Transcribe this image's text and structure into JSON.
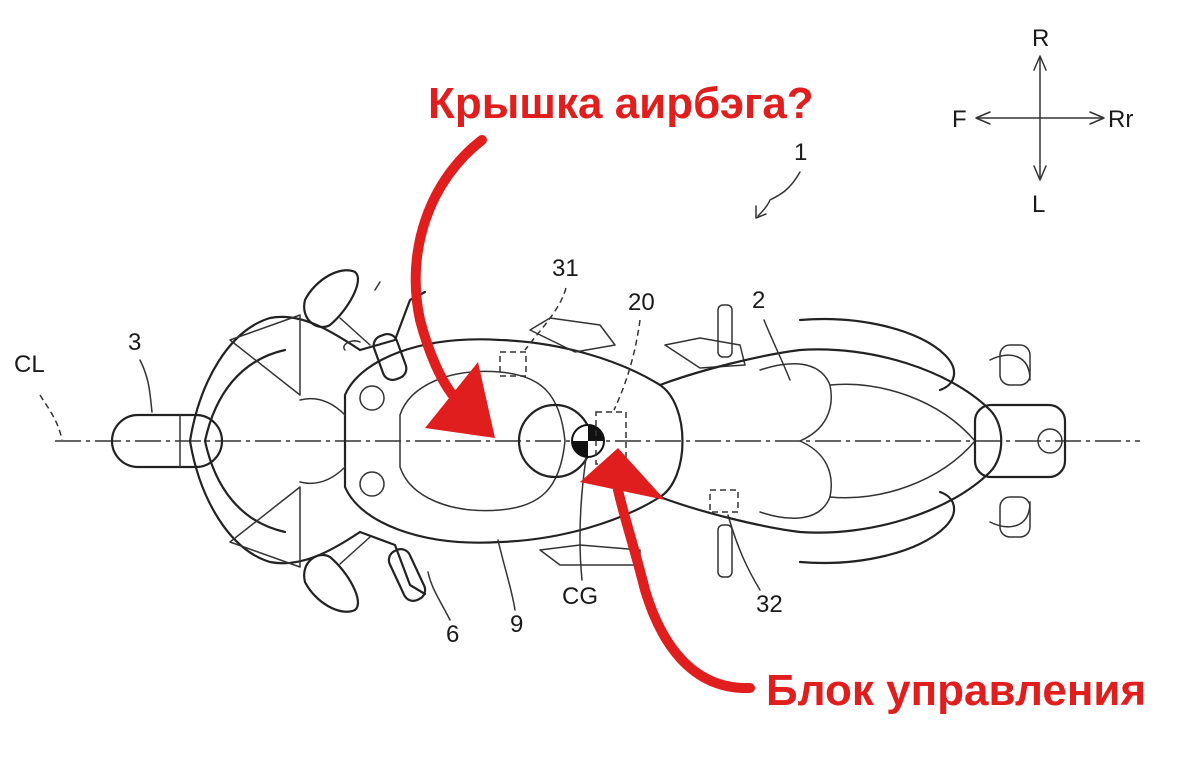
{
  "callouts": {
    "airbag_cover": "Крышка аирбэга?",
    "control_unit": "Блок управления"
  },
  "directions": {
    "right": "R",
    "left": "L",
    "front": "F",
    "rear": "Rr"
  },
  "reference_labels": {
    "vehicle": "1",
    "part_2": "2",
    "part_3": "3",
    "part_6": "6",
    "part_9": "9",
    "part_20": "20",
    "part_31": "31",
    "part_32": "32",
    "centerline": "CL",
    "center_of_gravity": "CG"
  },
  "colors": {
    "callout": "#e01e1e",
    "line_art": "#222222"
  }
}
